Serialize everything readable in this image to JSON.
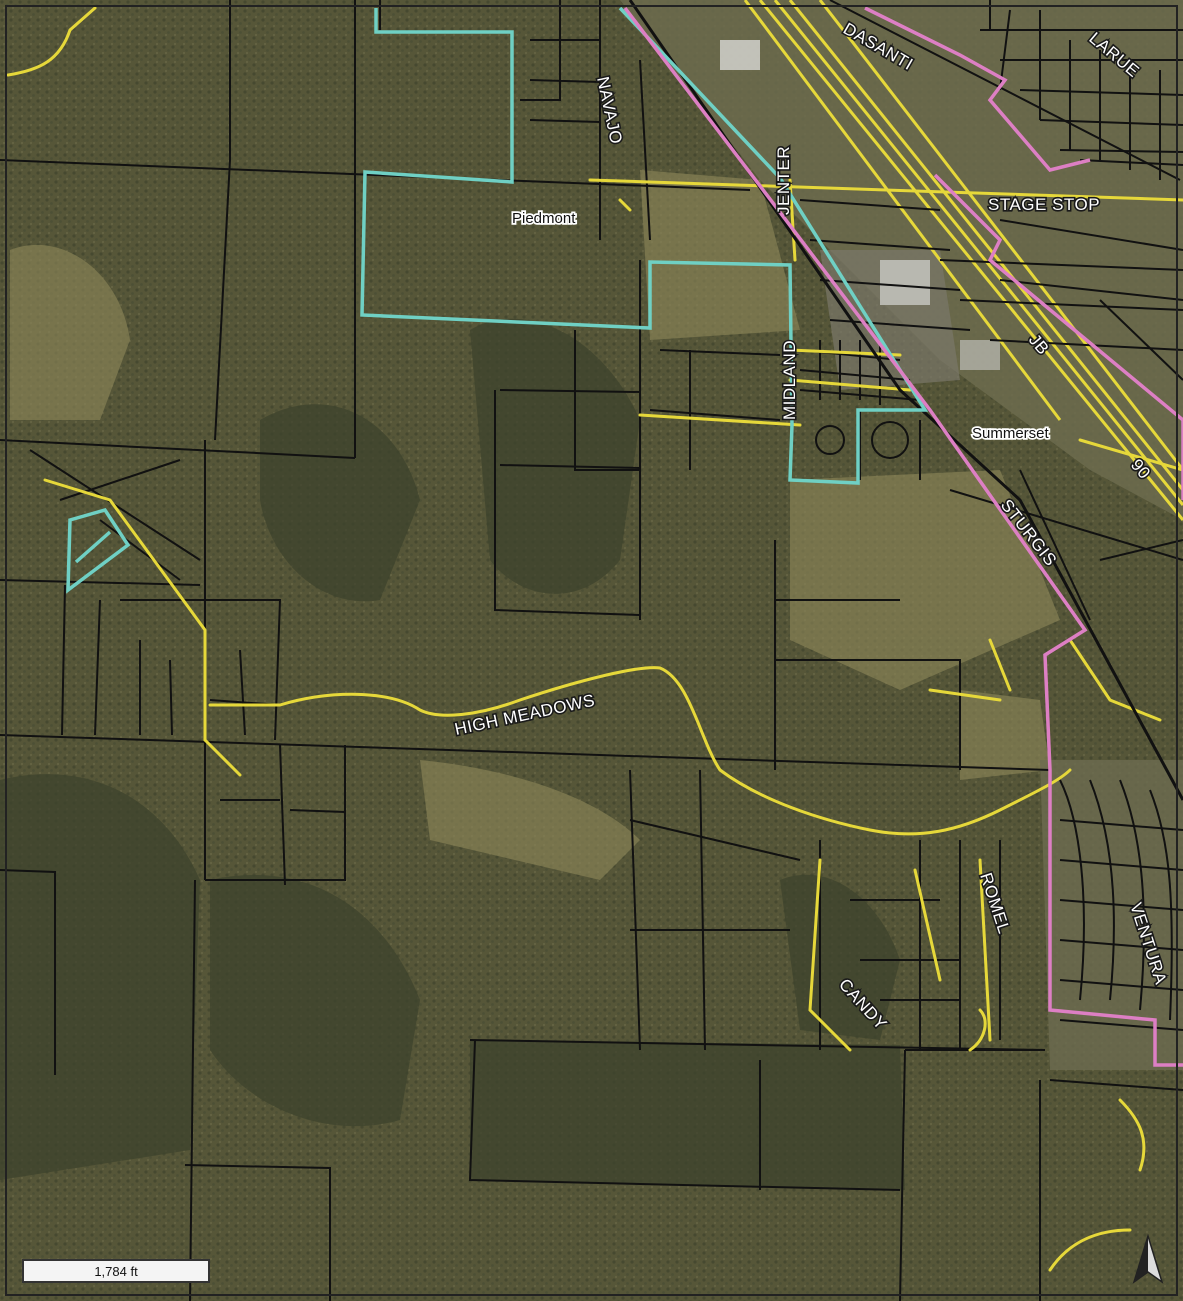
{
  "map": {
    "road_labels": {
      "dasanti": "DASANTI",
      "larue": "LARUE",
      "navajo": "NAVAJO",
      "jenter": "JENTER",
      "stage_stop": "STAGE STOP",
      "midland": "MIDLAND",
      "jb": "JB",
      "route_90": "90",
      "sturgis": "STURGIS",
      "high_meadows": "HIGH MEADOWS",
      "romel": "ROMEL",
      "ventura": "VENTURA",
      "candy": "CANDY"
    },
    "place_labels": {
      "piedmont": "Piedmont",
      "summerset": "Summerset"
    },
    "scale_bar": {
      "label": "1,784 ft"
    },
    "colors": {
      "terrain": "#5d5b40",
      "forest": "#3f452e",
      "meadow": "#7e7a52",
      "developed": "#6a6a4c",
      "road": "#e6d83a",
      "parcel": "#111111",
      "city_boundary": "#dd7fc4",
      "district_boundary": "#6fd0c4"
    },
    "north_arrow": "north-arrow-icon"
  }
}
